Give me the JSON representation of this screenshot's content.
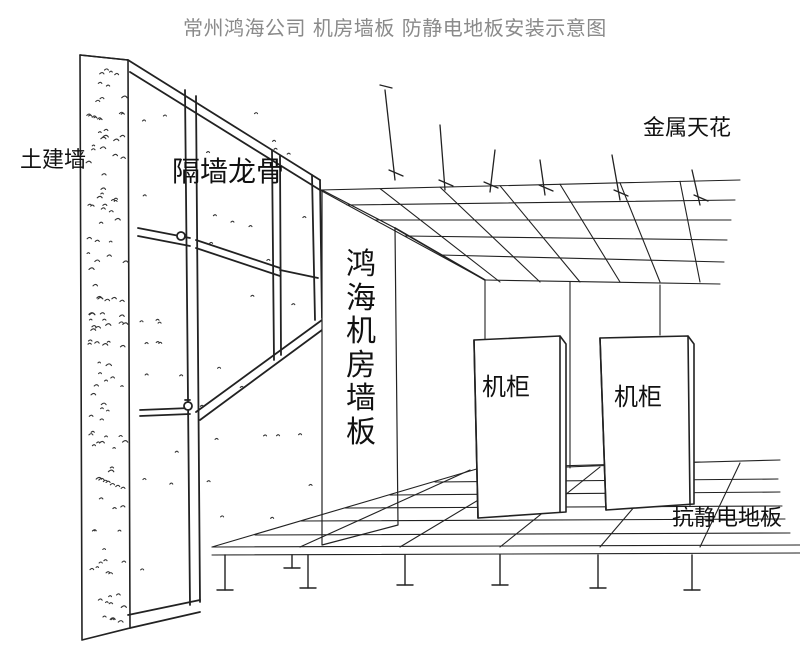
{
  "title": "常州鸿海公司 机房墙板 防静电地板安装示意图",
  "labels": {
    "civil_wall": "土建墙",
    "partition_keel": "隔墙龙骨",
    "metal_ceiling": "金属天花",
    "wall_panel": "鸿海机房墙板",
    "cabinet_1": "机柜",
    "cabinet_2": "机柜",
    "antistatic_floor": "抗静电地板"
  }
}
